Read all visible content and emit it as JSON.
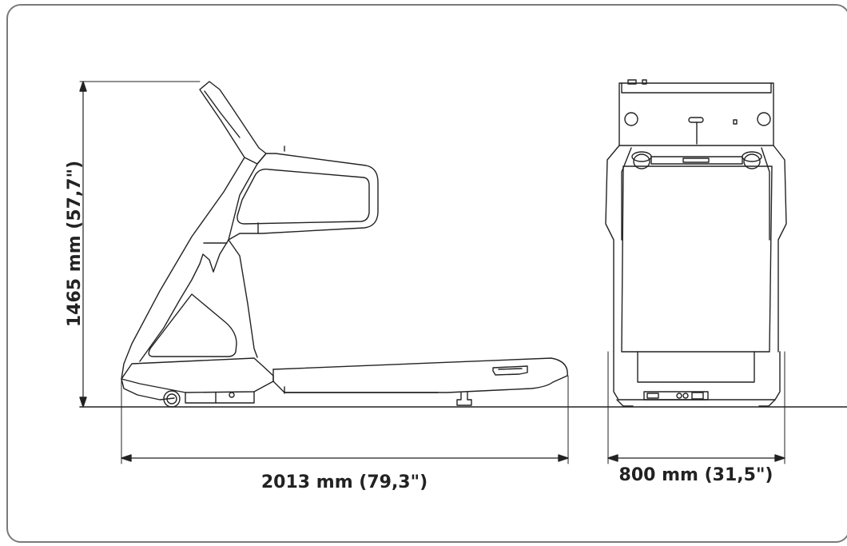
{
  "dimensions": {
    "height_label": "1465 mm (57,7\")",
    "length_label": "2013 mm (79,3\")",
    "width_label": "800 mm (31,5\")"
  },
  "colors": {
    "stroke": "#222222",
    "frame": "#7a7a7a"
  }
}
